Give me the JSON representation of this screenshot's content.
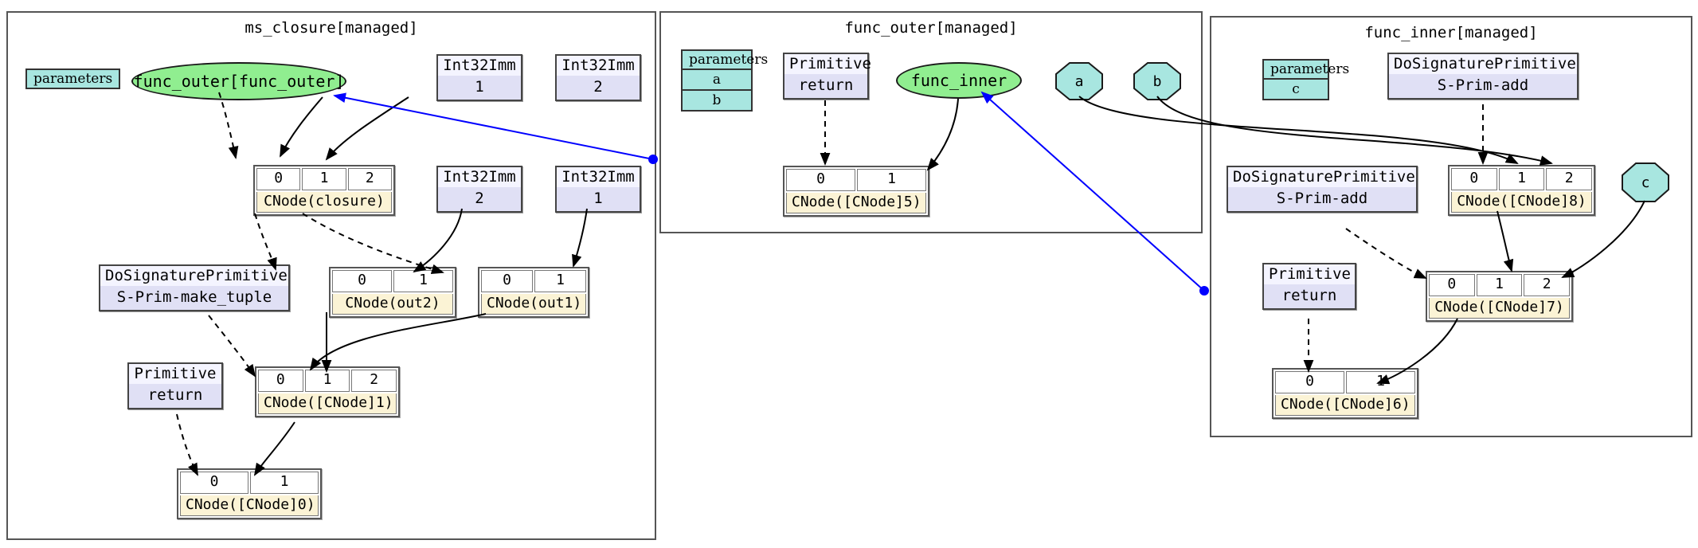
{
  "diagram": {
    "type": "computation-graph",
    "background": "#ffffff",
    "colors": {
      "func_node_fill": "#90ee90",
      "param_fill": "#a8e6e0",
      "prim_fill": "#e0e0f5",
      "cnode_label_fill": "#fbf3d5",
      "cross_cluster_edge": "#0000ff",
      "edge": "#000000"
    }
  },
  "clusters": [
    {
      "id": "ms_closure",
      "title": "ms_closure[managed]"
    },
    {
      "id": "func_outer",
      "title": "func_outer[managed]"
    },
    {
      "id": "func_inner",
      "title": "func_inner[managed]"
    }
  ],
  "ms_closure": {
    "title": "ms_closure[managed]",
    "parameters": {
      "header": "parameters",
      "rows": []
    },
    "func_ellipse": "func_outer[func_outer]",
    "imm_1": {
      "type": "Int32Imm",
      "value": "1"
    },
    "imm_2": {
      "type": "Int32Imm",
      "value": "2"
    },
    "imm_3": {
      "type": "Int32Imm",
      "value": "2"
    },
    "imm_4": {
      "type": "Int32Imm",
      "value": "1"
    },
    "cnode_closure": {
      "ports": [
        "0",
        "1",
        "2"
      ],
      "label": "CNode(closure)"
    },
    "cnode_out2": {
      "ports": [
        "0",
        "1"
      ],
      "label": "CNode(out2)"
    },
    "cnode_out1": {
      "ports": [
        "0",
        "1"
      ],
      "label": "CNode(out1)"
    },
    "prim_make_tuple": {
      "type": "DoSignaturePrimitive",
      "value": "S-Prim-make_tuple"
    },
    "prim_return": {
      "type": "Primitive",
      "value": "return"
    },
    "cnode_1": {
      "ports": [
        "0",
        "1",
        "2"
      ],
      "label": "CNode([CNode]1)"
    },
    "cnode_0": {
      "ports": [
        "0",
        "1"
      ],
      "label": "CNode([CNode]0)"
    }
  },
  "func_outer": {
    "title": "func_outer[managed]",
    "parameters": {
      "header": "parameters",
      "rows": [
        "a",
        "b"
      ]
    },
    "prim_return": {
      "type": "Primitive",
      "value": "return"
    },
    "func_ellipse": "func_inner",
    "octagon_a": "a",
    "octagon_b": "b",
    "cnode_5": {
      "ports": [
        "0",
        "1"
      ],
      "label": "CNode([CNode]5)"
    }
  },
  "func_inner": {
    "title": "func_inner[managed]",
    "parameters": {
      "header": "parameters",
      "rows": [
        "c"
      ]
    },
    "prim_add_top": {
      "type": "DoSignaturePrimitive",
      "value": "S-Prim-add"
    },
    "prim_add_left": {
      "type": "DoSignaturePrimitive",
      "value": "S-Prim-add"
    },
    "prim_return": {
      "type": "Primitive",
      "value": "return"
    },
    "octagon_c": "c",
    "cnode_8": {
      "ports": [
        "0",
        "1",
        "2"
      ],
      "label": "CNode([CNode]8)"
    },
    "cnode_7": {
      "ports": [
        "0",
        "1",
        "2"
      ],
      "label": "CNode([CNode]7)"
    },
    "cnode_6": {
      "ports": [
        "0",
        "1"
      ],
      "label": "CNode([CNode]6)"
    }
  }
}
